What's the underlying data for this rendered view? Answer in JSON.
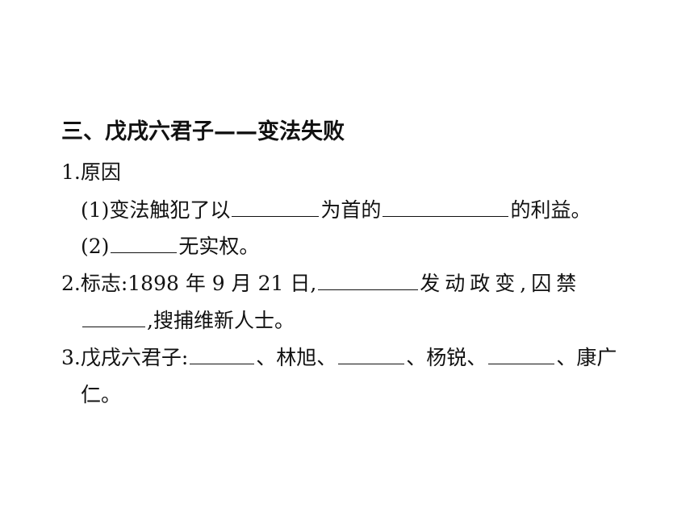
{
  "section_title": "三、戊戌六君子——变法失败",
  "items": {
    "reason_heading": "1.原因",
    "reason_1_prefix": "(1)变法触犯了以",
    "reason_1_mid": "为首的",
    "reason_1_suffix": "的利益。",
    "reason_2_prefix": "(2)",
    "reason_2_suffix": "无实权。",
    "sign_prefix": "2.标志:1898 年 9 月 21 日,",
    "sign_mid": "发动政变,囚禁",
    "sign_suffix": ",搜捕维新人士。",
    "six_prefix": "3.戊戌六君子:",
    "six_sep1": "、林旭、",
    "six_sep2": "、杨锐、",
    "six_sep3": "、康广",
    "six_last": "仁。"
  }
}
